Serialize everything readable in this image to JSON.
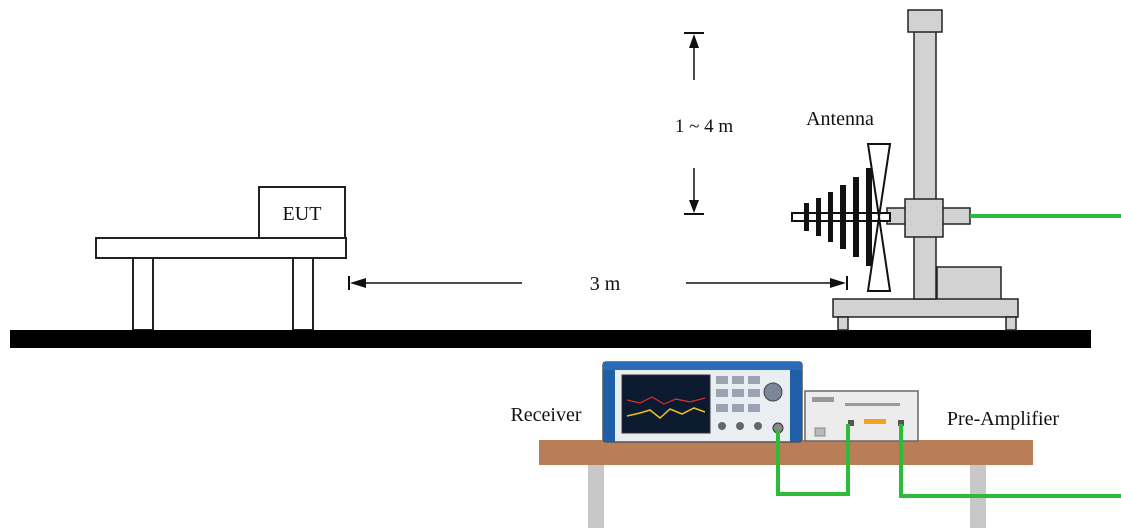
{
  "labels": {
    "eut": "EUT",
    "antenna": "Antenna",
    "height": "1 ~ 4 m",
    "distance": "3 m",
    "receiver": "Receiver",
    "preamp": "Pre-Amplifier"
  },
  "colors": {
    "cable": "#2dbb3a",
    "ground": "#000000",
    "table_top": "#b97d57",
    "table_legs": "#c8c8c8",
    "mast": "#d2d2d2",
    "outline": "#222222",
    "receiver_body": "#1f5fa8",
    "receiver_screen": "#0b1a2e"
  }
}
